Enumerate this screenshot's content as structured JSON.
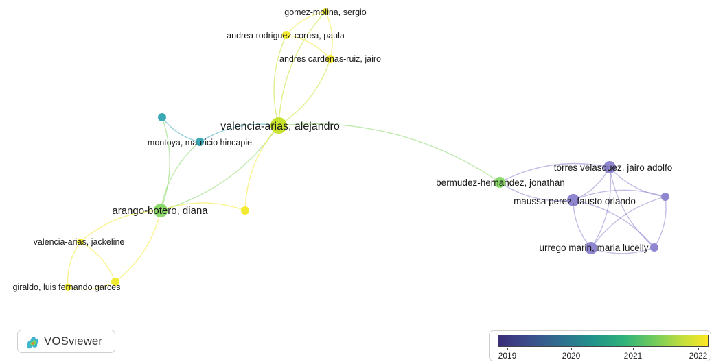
{
  "app": {
    "name": "VOSviewer"
  },
  "colors": {
    "c2019": "#4b3f8f",
    "c2020": "#2f8ea3",
    "c2021": "#7fd35a",
    "c2022": "#f4ec1c",
    "purple": "#8e87d0",
    "teal": "#3aa8b5",
    "green": "#8bd96a",
    "lime": "#c8e22e",
    "yellow": "#f2ea30"
  },
  "nodes": [
    {
      "id": "gomez-molina",
      "label": "gomez-molina, sergio",
      "color": "yellow"
    },
    {
      "id": "andrea-rodriguez",
      "label": "andrea rodriguez-correa, paula",
      "color": "yellow"
    },
    {
      "id": "andres-cardenas",
      "label": "andres cardenas-ruiz, jairo",
      "color": "yellow"
    },
    {
      "id": "valencia-alejandro",
      "label": "valencia-arias, alejandro",
      "color": "lime"
    },
    {
      "id": "teal-small",
      "label": "",
      "color": "teal"
    },
    {
      "id": "montoya",
      "label": "montoya, mauricio hincapie",
      "color": "teal"
    },
    {
      "id": "arango-botero",
      "label": "arango-botero, diana",
      "color": "green"
    },
    {
      "id": "yellow-small",
      "label": "",
      "color": "yellow"
    },
    {
      "id": "valencia-jackeline",
      "label": "valencia-arias, jackeline",
      "color": "yellow"
    },
    {
      "id": "giraldo",
      "label": "giraldo, luis fernando garces",
      "color": "yellow"
    },
    {
      "id": "yellow-giraldo2",
      "label": "",
      "color": "yellow"
    },
    {
      "id": "bermudez",
      "label": "bermudez-hernandez, jonathan",
      "color": "green"
    },
    {
      "id": "torres",
      "label": "torres velasquez, jairo adolfo",
      "color": "purple"
    },
    {
      "id": "maussa",
      "label": "maussa perez, fausto orlando",
      "color": "purple"
    },
    {
      "id": "purple-small",
      "label": "",
      "color": "purple"
    },
    {
      "id": "urrego",
      "label": "urrego marin, maria lucelly",
      "color": "purple"
    },
    {
      "id": "purple-urrego2",
      "label": "",
      "color": "purple"
    }
  ],
  "links": [
    [
      "gomez-molina",
      "andrea-rodriguez"
    ],
    [
      "gomez-molina",
      "andres-cardenas"
    ],
    [
      "gomez-molina",
      "valencia-alejandro"
    ],
    [
      "andrea-rodriguez",
      "andres-cardenas"
    ],
    [
      "andrea-rodriguez",
      "valencia-alejandro"
    ],
    [
      "andres-cardenas",
      "valencia-alejandro"
    ],
    [
      "valencia-alejandro",
      "montoya"
    ],
    [
      "valencia-alejandro",
      "arango-botero"
    ],
    [
      "valencia-alejandro",
      "yellow-small"
    ],
    [
      "valencia-alejandro",
      "bermudez"
    ],
    [
      "teal-small",
      "montoya"
    ],
    [
      "teal-small",
      "arango-botero"
    ],
    [
      "montoya",
      "arango-botero"
    ],
    [
      "arango-botero",
      "yellow-small"
    ],
    [
      "arango-botero",
      "valencia-jackeline"
    ],
    [
      "arango-botero",
      "yellow-giraldo2"
    ],
    [
      "valencia-jackeline",
      "giraldo"
    ],
    [
      "valencia-jackeline",
      "yellow-giraldo2"
    ],
    [
      "giraldo",
      "yellow-giraldo2"
    ],
    [
      "bermudez",
      "torres"
    ],
    [
      "bermudez",
      "maussa"
    ],
    [
      "torres",
      "maussa"
    ],
    [
      "torres",
      "purple-small"
    ],
    [
      "torres",
      "urrego"
    ],
    [
      "torres",
      "purple-urrego2"
    ],
    [
      "maussa",
      "purple-small"
    ],
    [
      "maussa",
      "urrego"
    ],
    [
      "maussa",
      "purple-urrego2"
    ],
    [
      "purple-small",
      "urrego"
    ],
    [
      "purple-small",
      "purple-urrego2"
    ],
    [
      "urrego",
      "purple-urrego2"
    ]
  ],
  "legend": {
    "ticks": [
      "2019",
      "2020",
      "2021",
      "2022"
    ]
  }
}
